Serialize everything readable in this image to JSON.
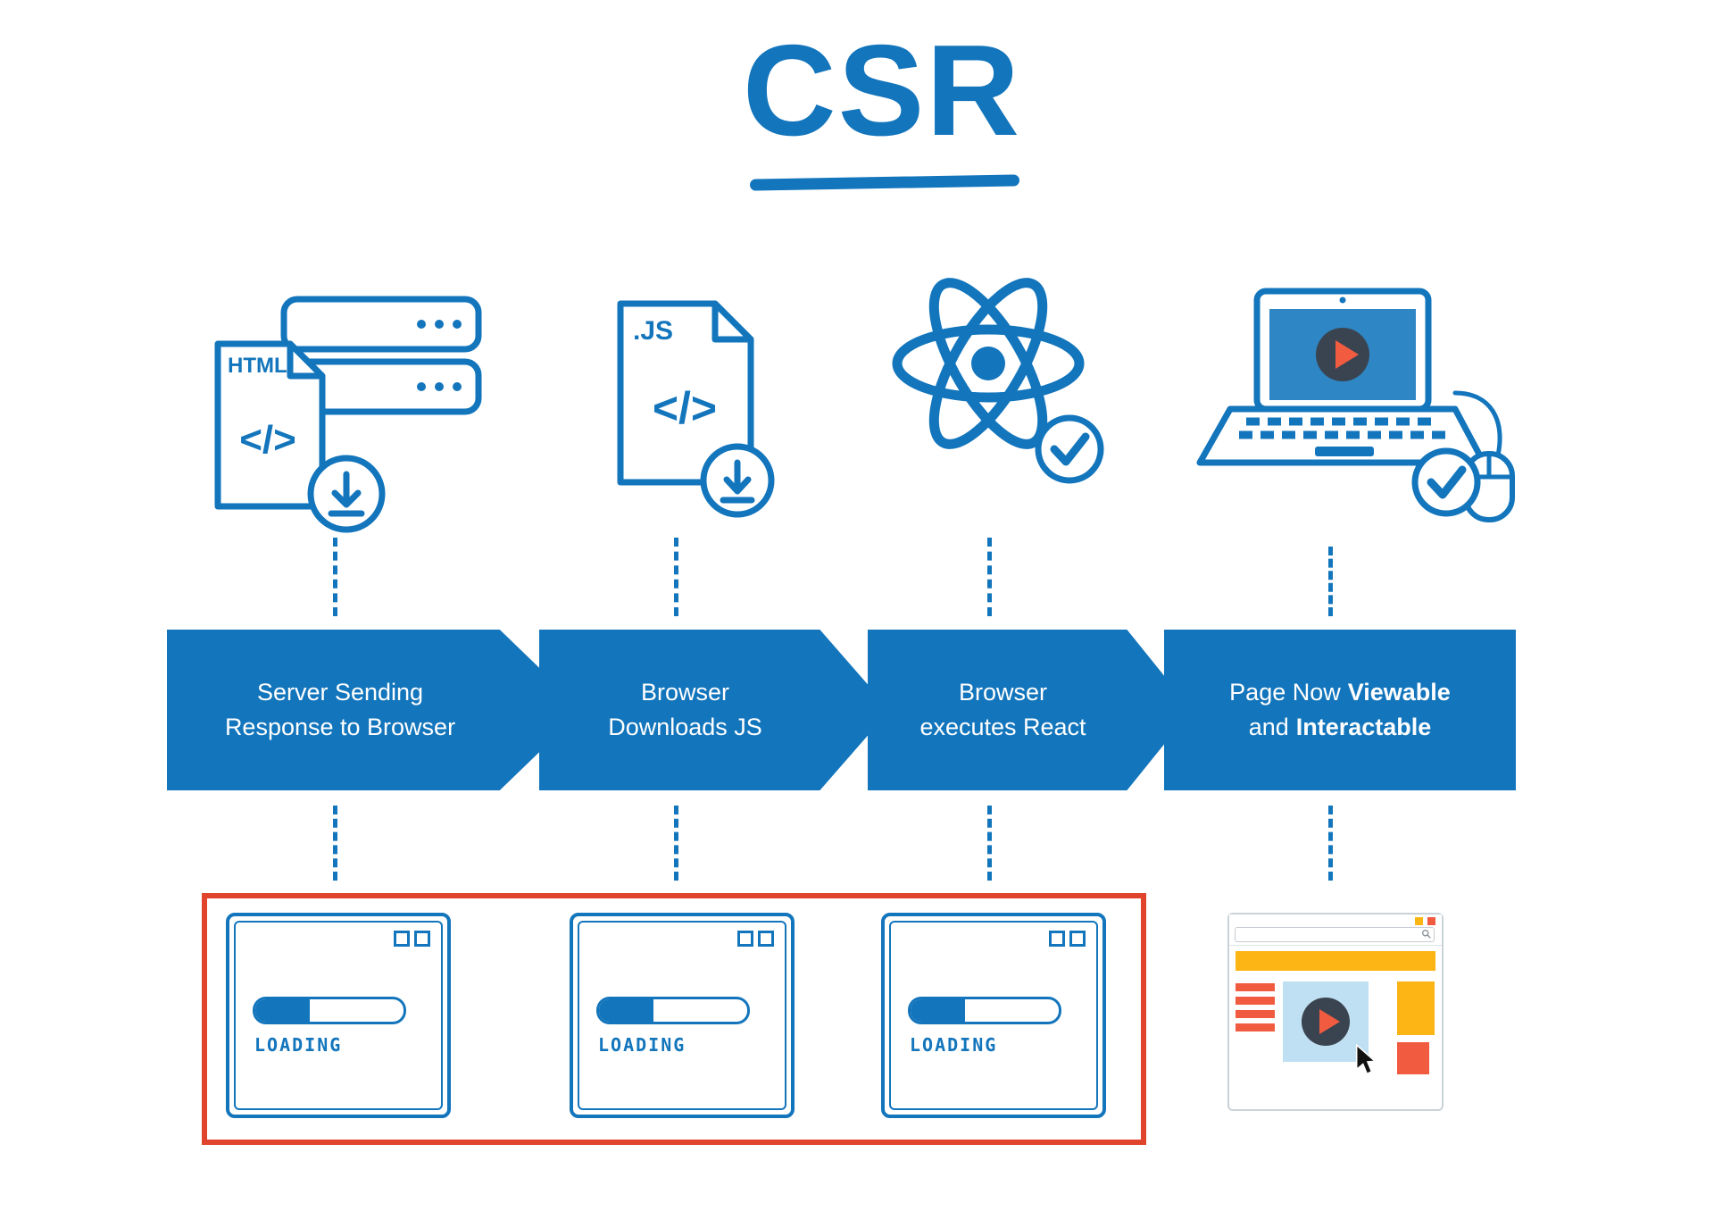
{
  "title": "CSR",
  "columns": [
    {
      "icon": "html-file-and-server-download-icon",
      "step": {
        "line1": "Server Sending",
        "line2": "Response to Browser"
      },
      "result": {
        "type": "loading-browser",
        "label": "LOADING"
      }
    },
    {
      "icon": "js-file-download-icon",
      "step": {
        "line1": "Browser",
        "line2": "Downloads JS"
      },
      "result": {
        "type": "loading-browser",
        "label": "LOADING"
      }
    },
    {
      "icon": "react-logo-check-icon",
      "step": {
        "line1": "Browser",
        "line2": "executes React"
      },
      "result": {
        "type": "loading-browser",
        "label": "LOADING"
      }
    },
    {
      "icon": "laptop-play-mouse-check-icon",
      "step": {
        "prefix": "Page Now",
        "bold1": "Viewable",
        "middle": "and",
        "bold2": "Interactable"
      },
      "result": {
        "type": "rendered-page-browser"
      }
    }
  ],
  "file_labels": {
    "html": "HTML",
    "js": ".JS",
    "code": "</>"
  },
  "colors": {
    "blue": "#1375bc",
    "red": "#e0442c",
    "yellow": "#fdb515",
    "orange": "#f15b40",
    "navy": "#3a4450",
    "lightblue": "#bfe0f2",
    "screenblue": "#2f86c5"
  }
}
